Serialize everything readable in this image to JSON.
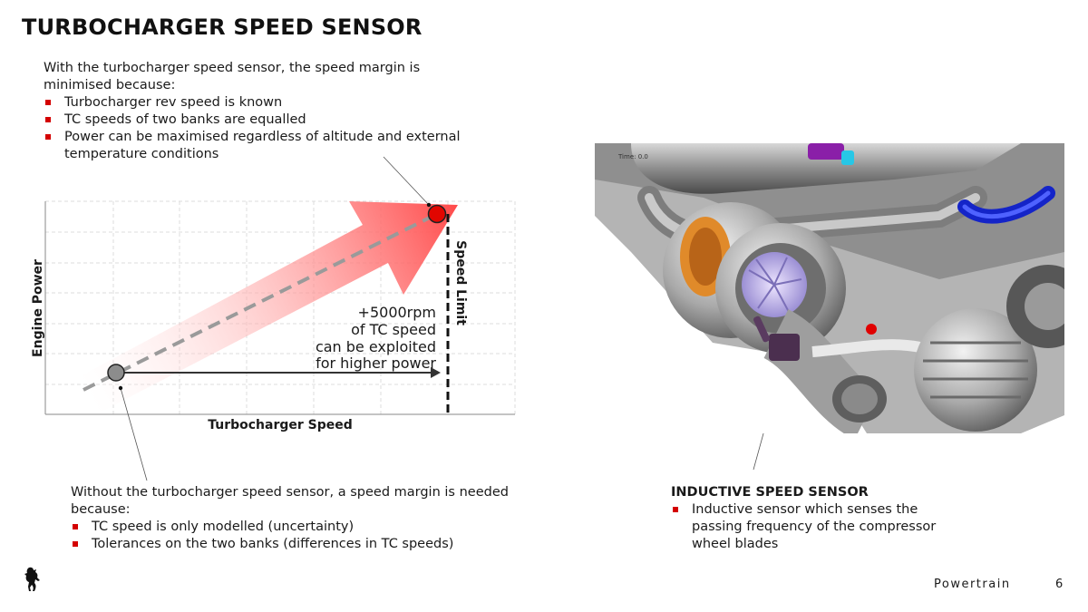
{
  "title": "TURBOCHARGER SPEED SENSOR",
  "top_text": {
    "intro": "With the turbocharger speed sensor, the speed margin is minimised because:",
    "bullets": [
      "Turbocharger rev speed is known",
      "TC speeds of two banks are equalled",
      "Power can be maximised regardless of altitude and external temperature conditions"
    ]
  },
  "diagram": {
    "x_axis_label": "Turbocharger Speed",
    "y_axis_label": "Engine Power",
    "limit_label": "Speed Limit",
    "annotation": [
      "+5000rpm",
      "of TC speed",
      "can be exploited",
      "for higher power"
    ],
    "colors": {
      "arrow": "#e8505b",
      "target_point": "#e10600",
      "start_point": "#8c8c8c",
      "grid": "#d9d9d9"
    }
  },
  "bottom_text": {
    "intro": "Without the turbocharger speed sensor, a speed margin is needed because:",
    "bullets": [
      "TC speed is only modelled (uncertainty)",
      "Tolerances on the two banks (differences in TC speeds)"
    ]
  },
  "sensor_text": {
    "heading": "INDUCTIVE SPEED SENSOR",
    "bullets": [
      "Inductive sensor which senses the passing frequency of the compressor wheel blades"
    ]
  },
  "engine_image": {
    "time_label": "Time: 0.0"
  },
  "footer": {
    "section": "Powertrain",
    "page": "6",
    "logo": "prancing-horse-icon"
  },
  "accent_color": "#d40000"
}
